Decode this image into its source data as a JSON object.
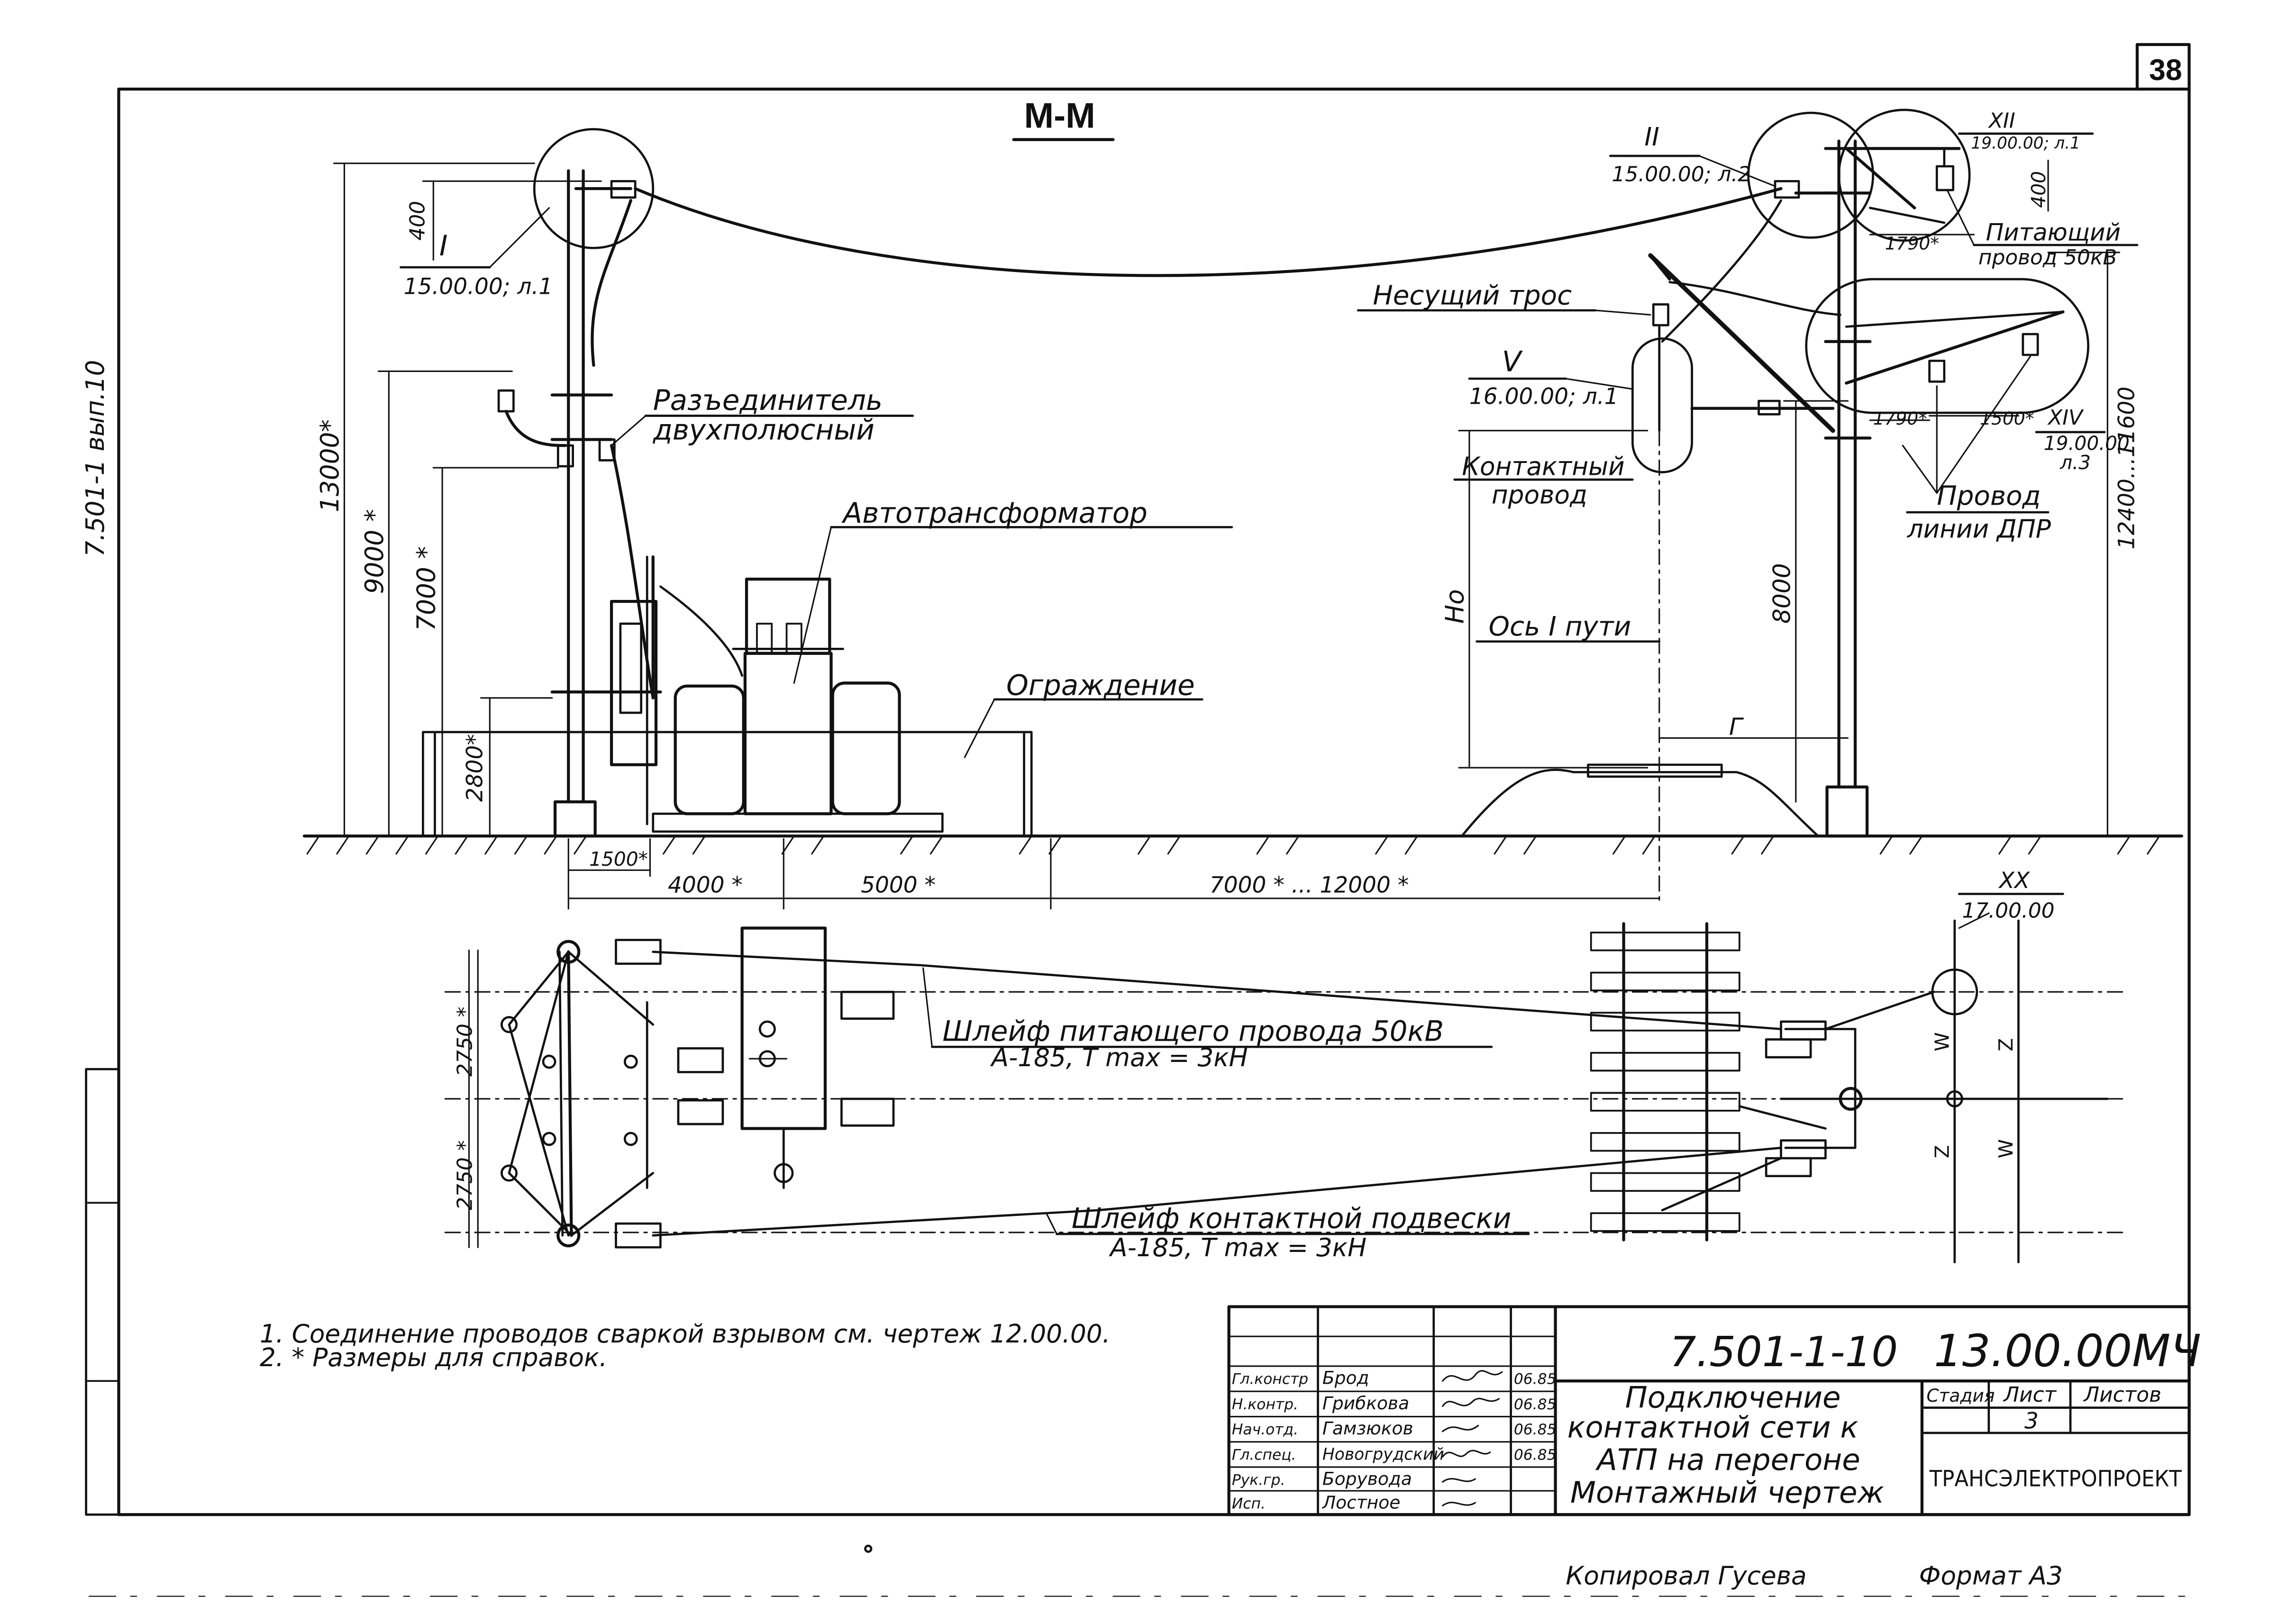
{
  "sheet_number": "38",
  "side_code": "7.501-1 вып.10",
  "section_title": "М-М",
  "labels": {
    "razed_1": "Разъединитель",
    "razed_2": "двухполюсный",
    "avtotransformator": "Автотрансформатор",
    "ograzhdenie": "Ограждение",
    "nesushchiy_tros": "Несущий трос",
    "kontaktny_1": "Контактный",
    "kontaktny_2": "провод",
    "pitayushchiy_1": "Питающий",
    "pitayushchiy_2": "провод 50кВ",
    "provod_dpr_1": "Провод",
    "provod_dpr_2": "линии ДПР",
    "os_puti": "Ось I пути",
    "h0": "Но",
    "g": "Г"
  },
  "callouts": {
    "c1_num": "I",
    "c1_ref": "15.00.00; л.1",
    "c2_num": "II",
    "c2_ref": "15.00.00; л.2",
    "c5_num": "V",
    "c5_ref": "16.00.00; л.1",
    "c12_num": "XII",
    "c12_ref": "19.00.00; л.1",
    "c14_num": "XIV",
    "c14_ref": "19.00.00",
    "c14_ref2": "л.3",
    "c20_num": "XX",
    "c20_ref": "17.00.00"
  },
  "dims": {
    "d400_l": "400",
    "d13000": "13000*",
    "d9000": "9000 *",
    "d7000": "7000 *",
    "d2800": "2800*",
    "d400_r": "400",
    "d1790_top": "1790*",
    "d1790": "1790*",
    "d1500": "1500*",
    "d12400": "12400...11600",
    "d8000": "8000",
    "d1500b": "1500*",
    "d4000": "4000 *",
    "d5000": "5000 *",
    "d7000_12000": "7000 * ... 12000 *",
    "d2750a": "2750 *",
    "d2750b": "2750 *"
  },
  "plan_labels": {
    "shleif_pit_1": "Шлейф питающего провода 50кВ",
    "shleif_pit_2": "А-185, Т max = 3кН",
    "shleif_kont_1": "Шлейф контактной подвески",
    "shleif_kont_2": "А-185, Т max = 3кН",
    "w1": "W",
    "w2": "W",
    "z1": "Z",
    "z2": "Z"
  },
  "notes": [
    "1. Соединение проводов сваркой взрывом см. чертеж 12.00.00.",
    "2. * Размеры для справок."
  ],
  "title_block": {
    "doc_code": "7.501-1-10",
    "drawing_code": "13.00.00МЧ",
    "title_lines": [
      "Подключение",
      "контактной сети к",
      "АТП на перегоне",
      "Монтажный чертеж"
    ],
    "stage_hdr": "Стадия",
    "sheet_hdr": "Лист",
    "sheets_hdr": "Листов",
    "sheet_value": "3",
    "org": "ТРАНСЭЛЕКТРОПРОЕКТ",
    "signers": [
      {
        "role": "Гл.констр",
        "name": "Брод",
        "date": "06.85"
      },
      {
        "role": "Н.контр.",
        "name": "Грибкова",
        "date": "06.85"
      },
      {
        "role": "Нач.отд.",
        "name": "Гамзюков",
        "date": "06.85"
      },
      {
        "role": "Гл.спец.",
        "name": "Новогрудский",
        "date": "06.85"
      },
      {
        "role": "Рук.гр.",
        "name": "Борувода",
        "date": ""
      },
      {
        "role": "Исп.",
        "name": "Лостное",
        "date": ""
      }
    ]
  },
  "footer": {
    "copied": "Копировал  Гусева",
    "format": "Формат  А3"
  }
}
